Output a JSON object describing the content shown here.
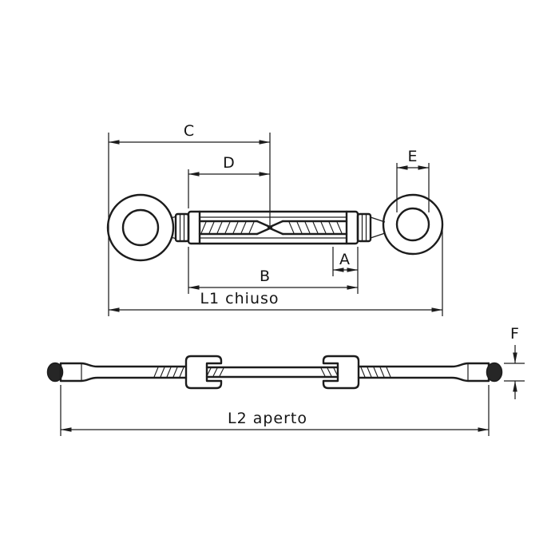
{
  "drawing": {
    "background": "#ffffff",
    "line_color": "#1c1c1c",
    "labels": {
      "dim_c": "C",
      "dim_d": "D",
      "dim_e": "E",
      "dim_a": "A",
      "dim_b": "B",
      "dim_l1_closed": "L1 chiuso",
      "dim_l2_open": "L2 aperto",
      "dim_f": "F"
    }
  }
}
